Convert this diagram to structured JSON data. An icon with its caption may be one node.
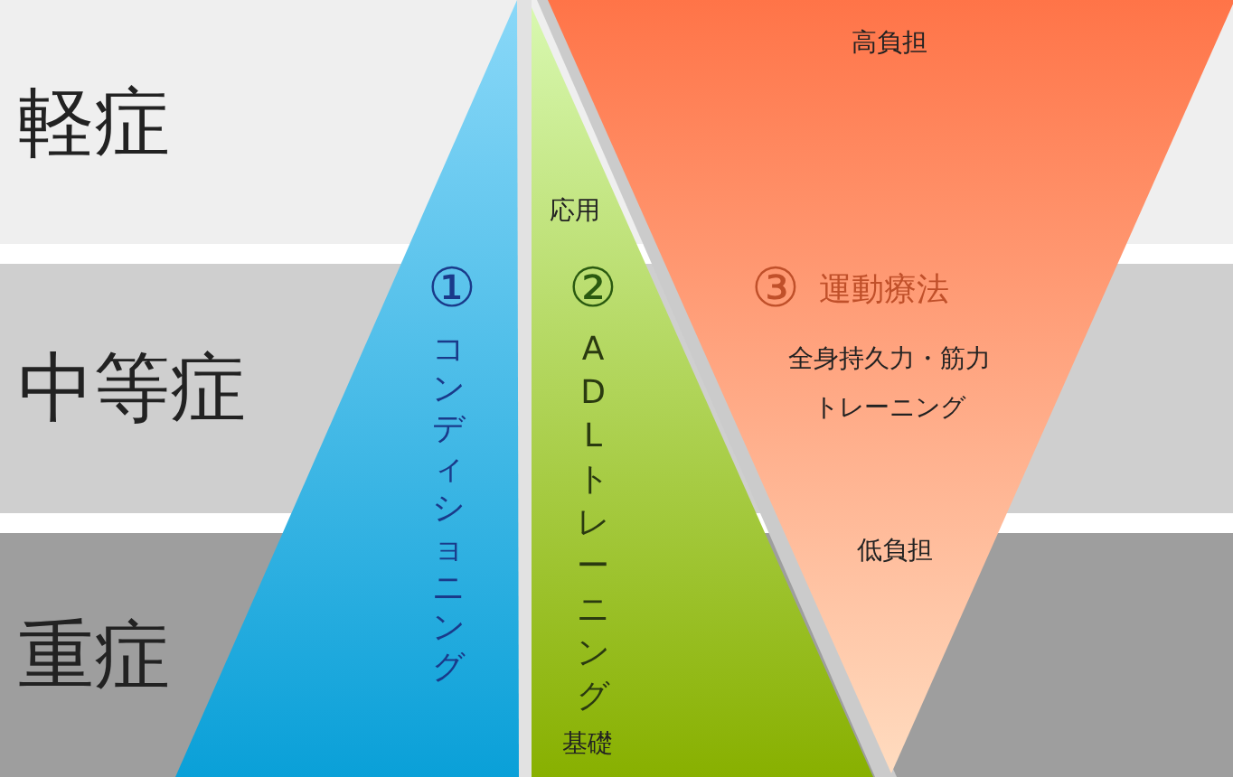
{
  "diagram": {
    "nodes": [
      {
        "text": [
          "①",
          "コンディショニング"
        ]
      },
      {
        "text": [
          "応用",
          "②",
          "ADLトレーニング",
          "基礎"
        ]
      },
      {
        "text": [
          "高負担",
          "③",
          "運動療法",
          "全身持久力・筋力トレーニング",
          "低負担"
        ]
      }
    ],
    "labels": [
      "軽症",
      "中等症",
      "重症"
    ]
  }
}
